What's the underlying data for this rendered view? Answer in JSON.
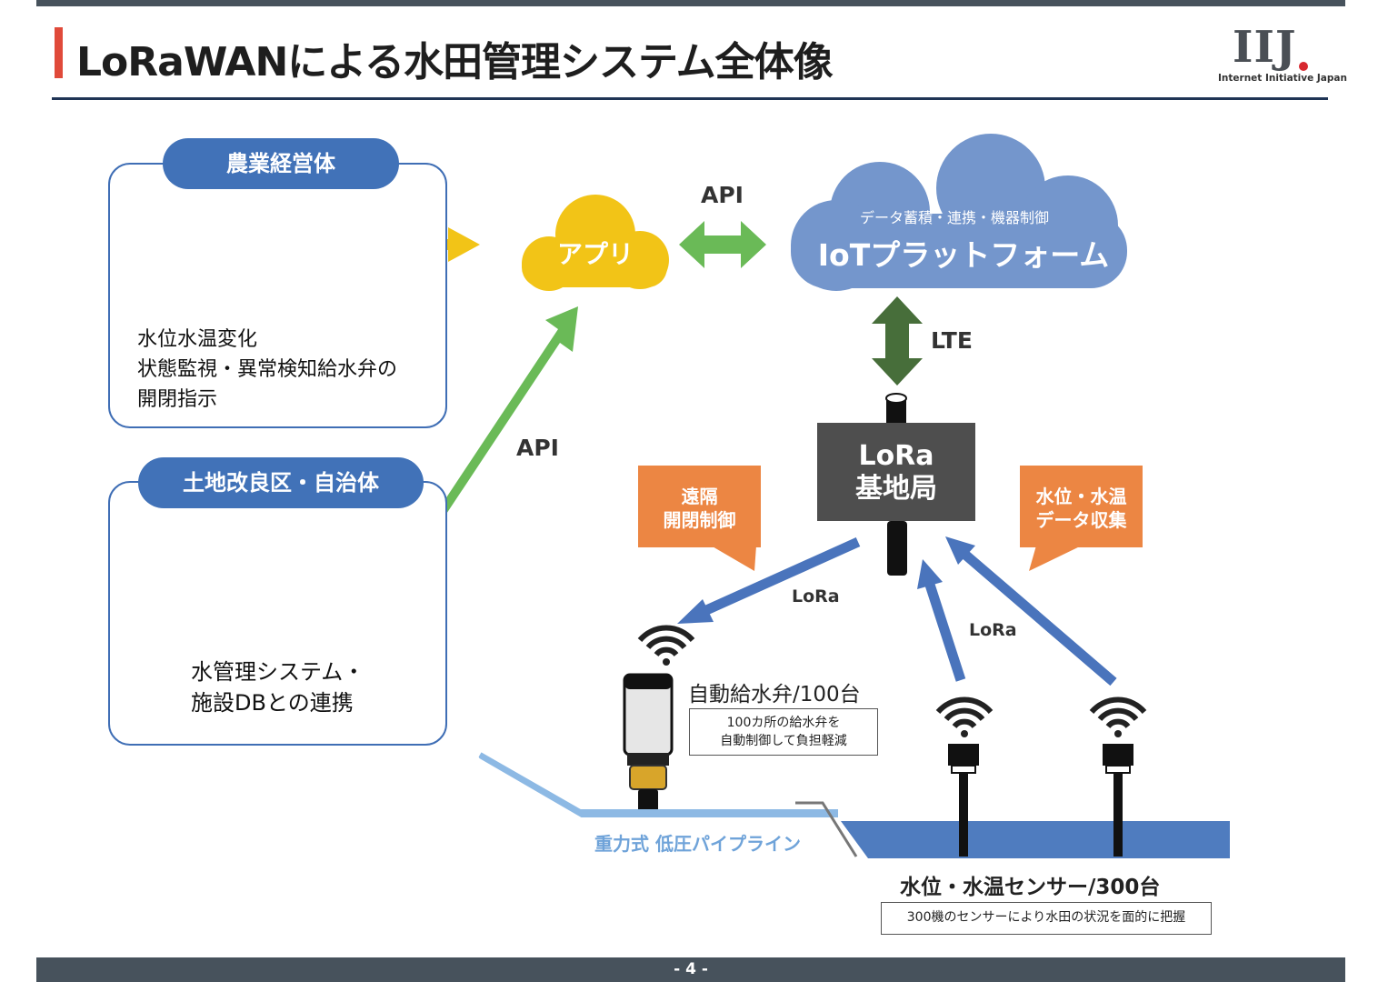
{
  "header": {
    "title": "LoRaWANによる水田管理システム全体像",
    "logo_mark": "IIJ",
    "logo_text": "Internet Initiative Japan"
  },
  "farmer_panel": {
    "header": "農業経営体",
    "lines": [
      "水位水温変化",
      "状態監視・異常検知給水弁の",
      "開閉指示"
    ]
  },
  "municipality_panel": {
    "header": "土地改良区・自治体",
    "lines": [
      "水管理システム・",
      "施設DBとの連携"
    ]
  },
  "app_cloud": {
    "label": "アプリ"
  },
  "iot_cloud": {
    "caption": "データ蓄積・連携・機器制御",
    "label": "IoTプラットフォーム"
  },
  "labels": {
    "api_top": "API",
    "api_diagonal": "API",
    "lte": "LTE",
    "lora_left": "LoRa",
    "lora_right": "LoRa"
  },
  "base_station": {
    "line1": "LoRa",
    "line2": "基地局"
  },
  "callouts": {
    "remote": [
      "遠隔",
      "開閉制御"
    ],
    "collect": [
      "水位・水温",
      "データ収集"
    ]
  },
  "valve": {
    "title": "自動給水弁/100台",
    "note": [
      "100カ所の給水弁を",
      "自動制御して負担軽減"
    ]
  },
  "pipeline_label": "重力式 低圧パイプライン",
  "sensor": {
    "title": "水位・水温センサー/300台",
    "note": "300機のセンサーにより水田の状況を面的に把握"
  },
  "page_number": "- 4 -",
  "colors": {
    "accent_red": "#e04a3a",
    "panel_blue": "#4172b8",
    "app_yellow": "#f2c417",
    "iot_cloud": "#7496cc",
    "api_green": "#6aba57",
    "lte_green": "#476e3a",
    "lora_blue": "#4a74bc",
    "callout_orange": "#ec8643",
    "station_gray": "#4e4e4e",
    "water_blue": "#4f7cbf",
    "pipe_light_blue": "#8db9e4"
  }
}
